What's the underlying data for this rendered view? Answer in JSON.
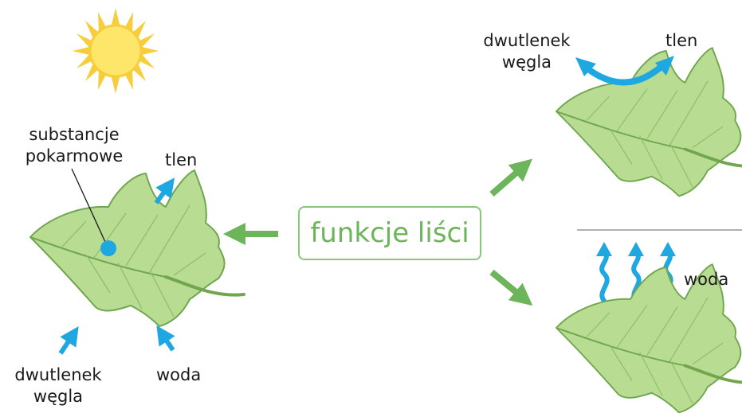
{
  "center": {
    "label": "funkcje liści"
  },
  "left_panel": {
    "substances_label": [
      "substancje",
      "pokarmowe"
    ],
    "oxygen_label": "tlen",
    "co2_label": [
      "dwutlenek",
      "węgla"
    ],
    "water_label": "woda"
  },
  "top_right_panel": {
    "co2_label": [
      "dwutlenek",
      "węgla"
    ],
    "oxygen_label": "tlen"
  },
  "bottom_right_panel": {
    "water_label": "woda"
  },
  "colors": {
    "leaf_fill": "#b9dc93",
    "leaf_light": "#d6ecbb",
    "leaf_stroke": "#6fa64e",
    "arrow_blue": "#1fa7e1",
    "arrow_green": "#6db55a",
    "sun_fill": "#fde66a",
    "sun_ray": "#f7cd3a"
  }
}
